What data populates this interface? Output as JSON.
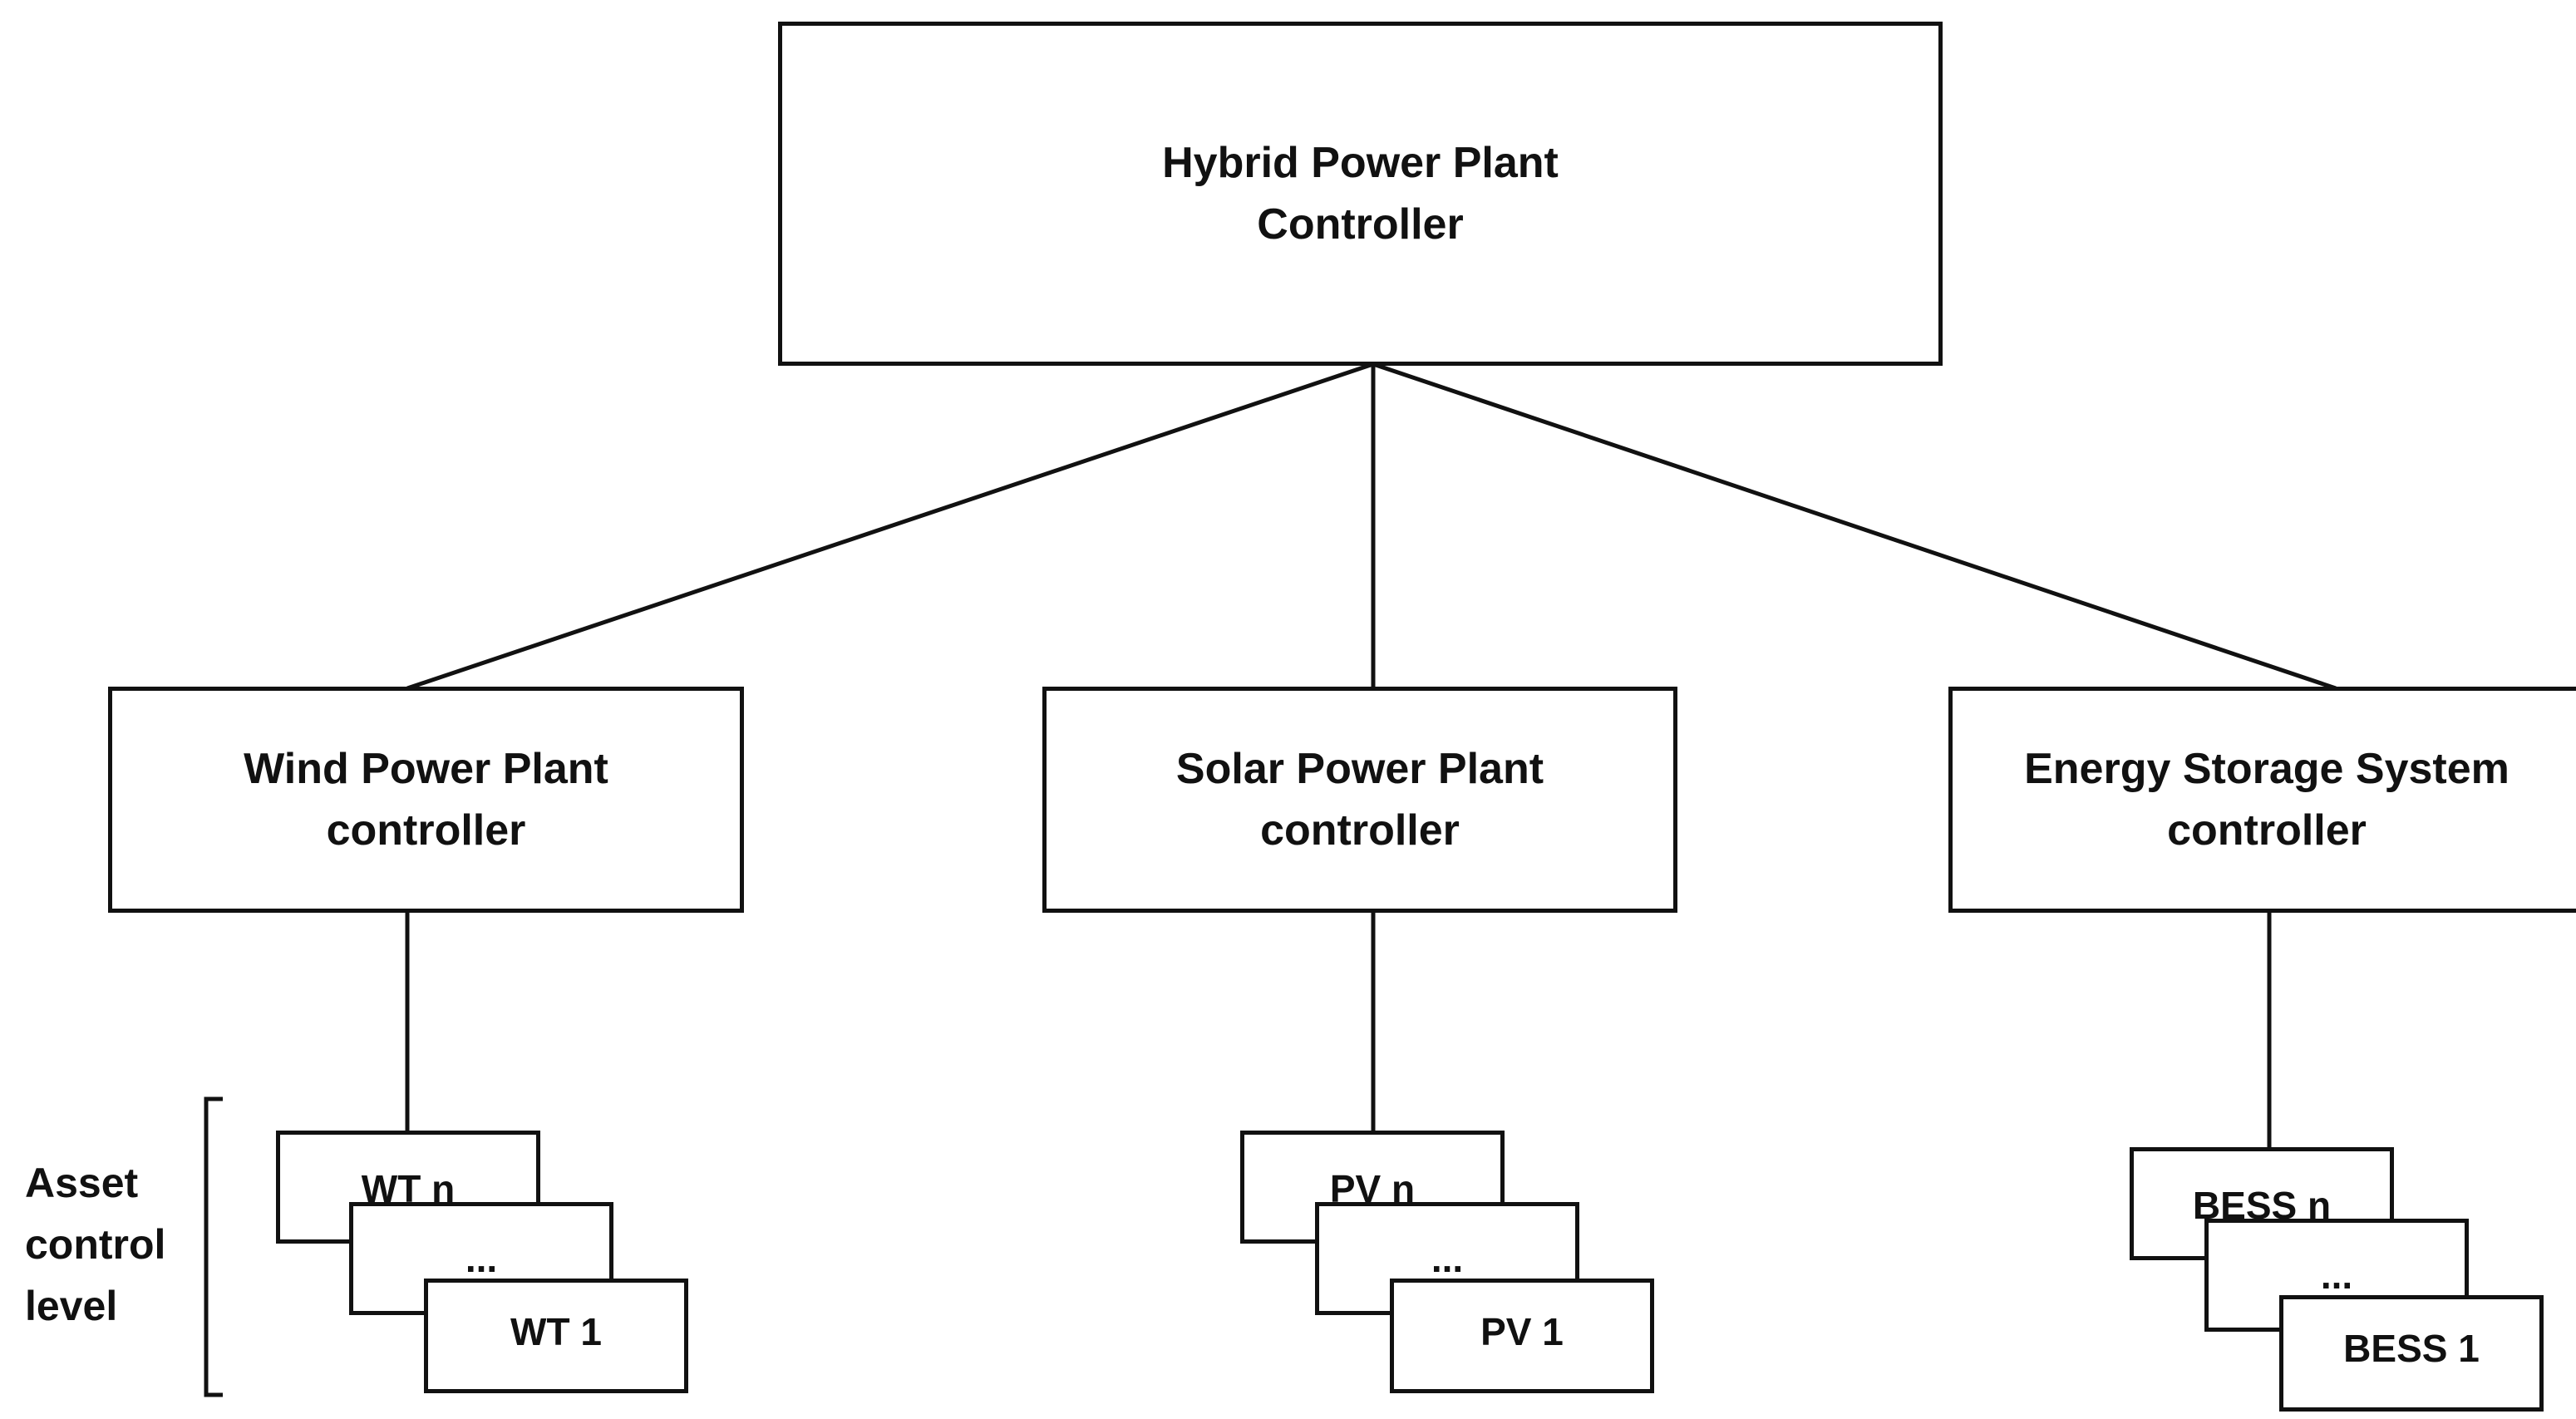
{
  "top": {
    "line1": "Hybrid Power Plant",
    "line2": "Controller"
  },
  "controllers": {
    "wind": {
      "line1": "Wind Power Plant",
      "line2": "controller"
    },
    "solar": {
      "line1": "Solar Power Plant",
      "line2": "controller"
    },
    "storage": {
      "line1": "Energy Storage System",
      "line2": "controller"
    }
  },
  "assets": {
    "wind": {
      "back": "WT n",
      "middle": "...",
      "front": "WT 1"
    },
    "solar": {
      "back": "PV n",
      "middle": "...",
      "front": "PV 1"
    },
    "storage": {
      "back": "BESS n",
      "middle": "...",
      "front": "BESS 1"
    }
  },
  "side_label": {
    "line1": "Asset",
    "line2": "control",
    "line3": "level"
  }
}
